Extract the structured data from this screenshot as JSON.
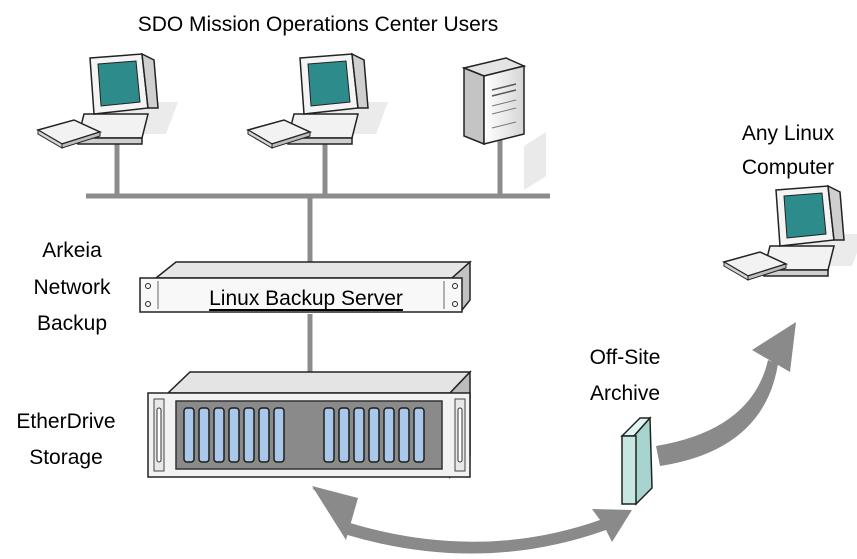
{
  "diagram": {
    "title": "SDO Mission Operations Center Users",
    "remote_computer_label": [
      "Any Linux",
      "Computer"
    ],
    "backup_software_label": [
      "Arkeia",
      "Network",
      "Backup"
    ],
    "backup_server_label": "Linux Backup Server",
    "storage_label": [
      "EtherDrive",
      "Storage"
    ],
    "archive_label": [
      "Off-Site",
      "Archive"
    ],
    "nodes": [
      {
        "id": "user-workstation-1",
        "icon": "desktop-computer-icon"
      },
      {
        "id": "user-workstation-2",
        "icon": "desktop-computer-icon"
      },
      {
        "id": "user-tower-server",
        "icon": "tower-server-icon"
      },
      {
        "id": "network-bus",
        "icon": "network-line"
      },
      {
        "id": "linux-backup-server",
        "icon": "rack-server-icon"
      },
      {
        "id": "etherdrive-storage",
        "icon": "disk-array-icon"
      },
      {
        "id": "offsite-archive",
        "icon": "tape-cartridge-icon"
      },
      {
        "id": "remote-linux-computer",
        "icon": "desktop-computer-icon"
      }
    ],
    "edges": [
      {
        "from": "user-workstation-1",
        "to": "network-bus",
        "style": "line"
      },
      {
        "from": "user-workstation-2",
        "to": "network-bus",
        "style": "line"
      },
      {
        "from": "user-tower-server",
        "to": "network-bus",
        "style": "line"
      },
      {
        "from": "network-bus",
        "to": "linux-backup-server",
        "style": "line"
      },
      {
        "from": "linux-backup-server",
        "to": "etherdrive-storage",
        "style": "line"
      },
      {
        "from": "etherdrive-storage",
        "to": "offsite-archive",
        "style": "double-arrow"
      },
      {
        "from": "offsite-archive",
        "to": "remote-linux-computer",
        "style": "arrow"
      }
    ],
    "colors": {
      "connector": "#8c8c8c",
      "arrow": "#8a8a8a",
      "device_body": "#f2f2f2",
      "device_outline": "#2a2a2a",
      "screen": "#2e8b8b",
      "drive_bay": "#a9c8ea",
      "archive": "#c6e6e2"
    }
  }
}
